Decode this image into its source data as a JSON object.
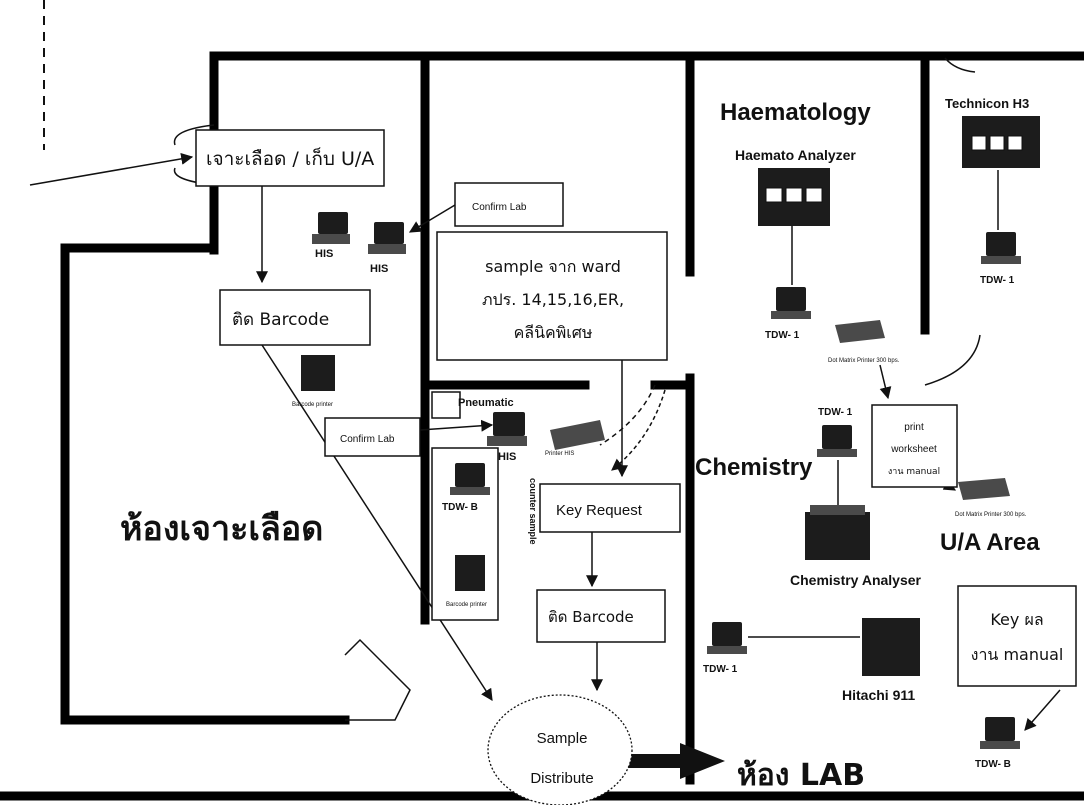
{
  "rooms": {
    "haematology": "Haematology",
    "chemistry": "Chemistry",
    "ua_area": "U/A Area",
    "blood_room": "ห้องเจาะเลือด",
    "lab_room": "ห้อง LAB"
  },
  "process": {
    "collect_blood": "เจาะเลือด / เก็บ U/A",
    "barcode_left": "ติด Barcode",
    "confirm_lab_top": "Confirm Lab",
    "confirm_lab_mid": "Confirm Lab",
    "sample_ward": [
      "sample จาก ward",
      "ภปร. 14,15,16,ER,",
      "คลีนิคพิเศษ"
    ],
    "key_request": "Key Request",
    "barcode_right": "ติด Barcode",
    "sample_distribute": [
      "Sample",
      "Distribute"
    ],
    "print_worksheet": [
      "print",
      "worksheet",
      "งาน manual"
    ],
    "key_result": [
      "Key ผล",
      "งาน manual"
    ]
  },
  "devices": {
    "his_1": "HIS",
    "his_2": "HIS",
    "his_3": "HIS",
    "pneumatic": "Pneumatic",
    "barcode_printer_1": "Barcode printer",
    "barcode_printer_2": "Barcode printer",
    "printer_his": "Printer HIS",
    "tdw_b_1": "TDW- B",
    "tdw_b_2": "TDW- B",
    "tdw_1_haem": "TDW- 1",
    "tdw_1_tech": "TDW- 1",
    "tdw_1_chem": "TDW- 1",
    "tdw_1_hitachi": "TDW- 1",
    "haemato_analyzer": "Haemato Analyzer",
    "technicon": "Technicon H3",
    "chemistry_analyser": "Chemistry Analyser",
    "hitachi": "Hitachi 911",
    "dot_matrix_1": "Dot Matrix Printer 300 bps.",
    "dot_matrix_2": "Dot Matrix Printer 300 bps.",
    "sample_counter": "counter sample"
  }
}
